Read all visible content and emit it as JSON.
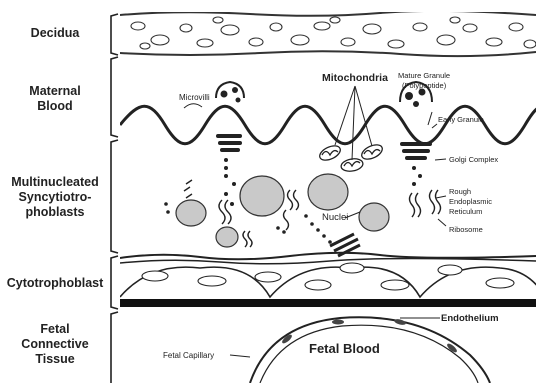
{
  "layers": {
    "decidua": "Decidua",
    "maternal_blood": "Maternal\nBlood",
    "syncytio": "Multinucleated\nSyncytiotro-\nphoblasts",
    "cyto": "Cytotrophoblast",
    "fetal_ct": "Fetal\nConnective\nTissue"
  },
  "annotations": {
    "mitochondria": "Mitochondria",
    "microvilli": "Microvilli",
    "mature_granule_1": "Mature Granule",
    "mature_granule_2": "(Polypeptide)",
    "early_granule": "Early Granule",
    "golgi": "Golgi Complex",
    "rer_1": "Rough",
    "rer_2": "Endoplasmic",
    "rer_3": "Reticulum",
    "ribosome": "Ribosome",
    "nuclei": "Nuclei",
    "endothelium": "Endothelium",
    "fetal_capillary": "Fetal Capillary",
    "fetal_blood": "Fetal Blood"
  }
}
